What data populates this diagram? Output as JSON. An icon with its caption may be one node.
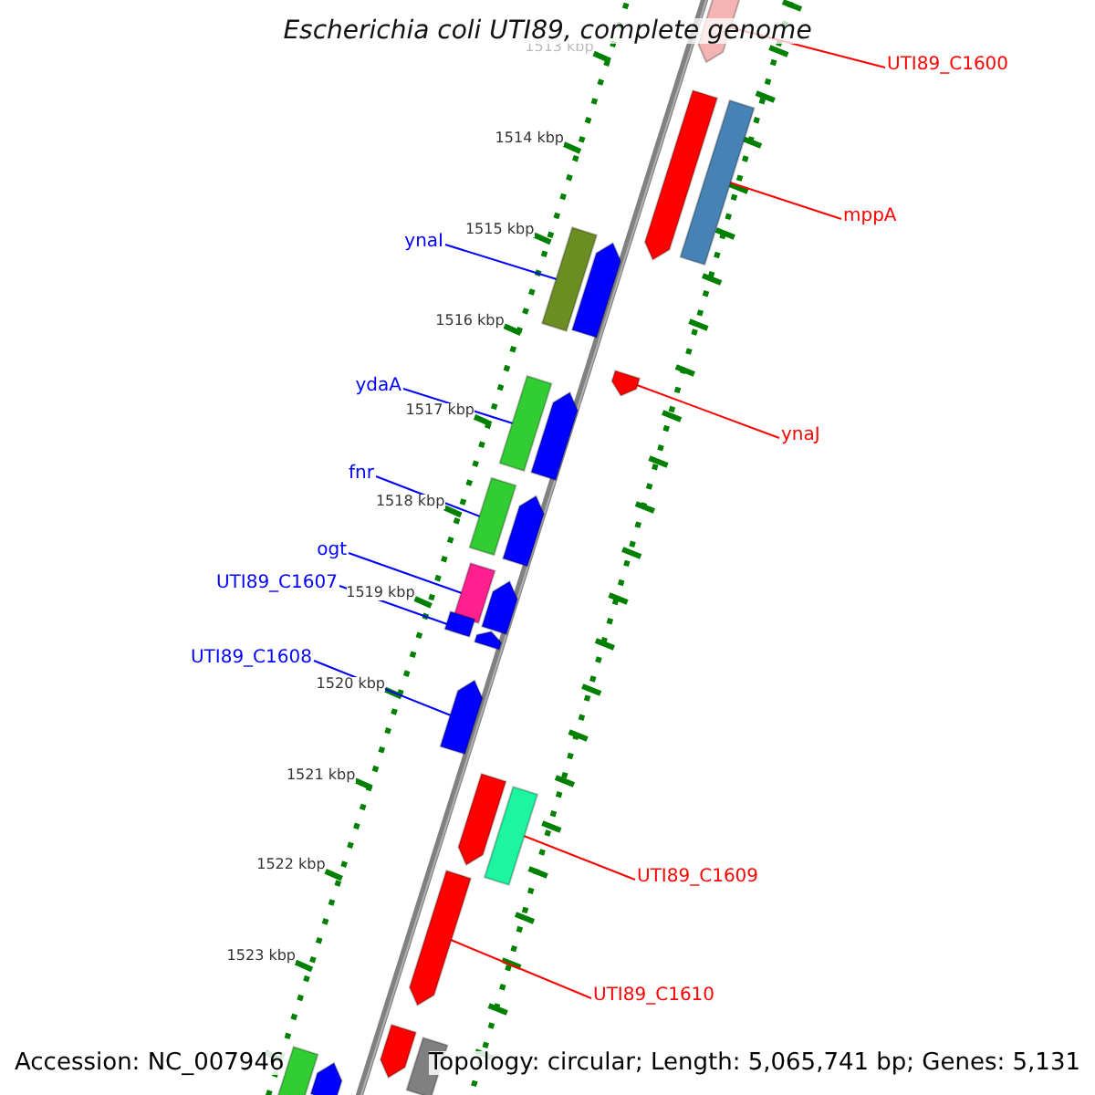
{
  "diagram": {
    "title": "Escherichia coli UTI89, complete genome",
    "nodes": [
      {
        "text": [
          "UTI89_C1600"
        ]
      },
      {
        "text": [
          "mppA"
        ]
      },
      {
        "text": [
          "ynaI"
        ]
      },
      {
        "text": [
          "ydaA"
        ]
      },
      {
        "text": [
          "ynaJ"
        ]
      },
      {
        "text": [
          "fnr"
        ]
      },
      {
        "text": [
          "ogt"
        ]
      },
      {
        "text": [
          "UTI89_C1607"
        ]
      },
      {
        "text": [
          "UTI89_C1608"
        ]
      },
      {
        "text": [
          "UTI89_C1609"
        ]
      },
      {
        "text": [
          "UTI89_C1610"
        ]
      },
      {
        "text": [],
        "shape": "bar"
      },
      {
        "text": [],
        "shape": "bar"
      },
      {
        "text": [],
        "shape": "bar"
      },
      {
        "text": [],
        "shape": "bar"
      },
      {
        "text": [],
        "shape": "bar"
      },
      {
        "text": [],
        "shape": "bar"
      },
      {
        "text": [],
        "shape": "bar"
      },
      {
        "text": [],
        "shape": "bar"
      },
      {
        "text": [],
        "shape": "bar"
      },
      {
        "text": [],
        "shape": "bar"
      },
      {
        "text": [],
        "shape": "bar"
      },
      {
        "text": [],
        "shape": "bar"
      },
      {
        "text": [],
        "shape": "bar"
      },
      {
        "text": [],
        "shape": "bar"
      },
      {
        "text": [],
        "shape": "bar"
      },
      {
        "text": [],
        "shape": "bar"
      },
      {
        "text": [],
        "shape": "bar"
      },
      {
        "text": [],
        "shape": "bar"
      },
      {
        "text": [],
        "shape": "bar"
      },
      {
        "text": [],
        "shape": "bar"
      },
      {
        "text": [],
        "shape": "bar"
      },
      {
        "text": [],
        "shape": "bar"
      }
    ],
    "edges": [
      {
        "from": 0,
        "to": 11,
        "arrow": "none",
        "color": "#ff0000"
      },
      {
        "from": 1,
        "to": 12,
        "arrow": "none",
        "color": "#ff0000"
      },
      {
        "from": 2,
        "to": 13,
        "arrow": "none"
      },
      {
        "from": 3,
        "to": 14,
        "arrow": "none"
      },
      {
        "from": 4,
        "to": 15,
        "arrow": "none",
        "color": "#ff0000"
      },
      {
        "from": 5,
        "to": 16,
        "arrow": "none"
      },
      {
        "from": 6,
        "to": 17,
        "arrow": "none"
      },
      {
        "from": 7,
        "to": 18,
        "arrow": "none"
      },
      {
        "from": 8,
        "to": 19,
        "arrow": "none"
      },
      {
        "from": 9,
        "to": 20,
        "arrow": "none",
        "color": "#ff0000"
      },
      {
        "from": 10,
        "to": 21,
        "arrow": "none",
        "color": "#ff0000"
      }
    ],
    "labels": [
      "1513 kbp",
      "1514 kbp",
      "1515 kbp",
      "1516 kbp",
      "1517 kbp",
      "1518 kbp",
      "1519 kbp",
      "1520 kbp",
      "1521 kbp",
      "1522 kbp",
      "1523 kbp",
      "Accession: NC_007946",
      "Topology: circular; Length: 5,065,741 bp; Genes: 5,131"
    ]
  }
}
